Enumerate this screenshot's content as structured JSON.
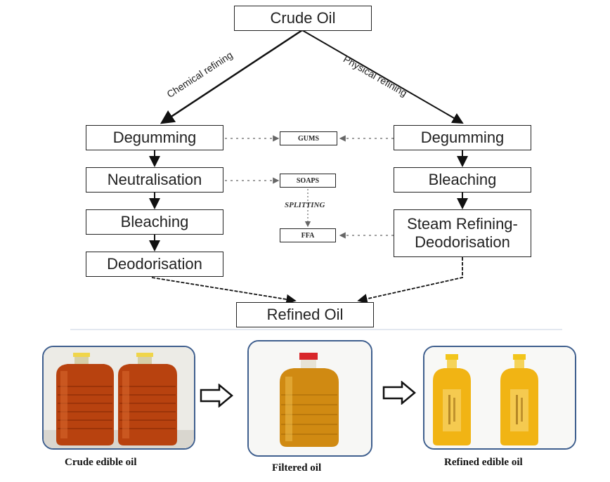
{
  "flowchart": {
    "crude_oil": "Crude Oil",
    "chemical_label": "Chemical refining",
    "physical_label": "Physical refining",
    "chemical_steps": [
      "Degumming",
      "Neutralisation",
      "Bleaching",
      "Deodorisation"
    ],
    "physical_steps": [
      "Degumming",
      "Bleaching",
      "Steam Refining-Deodorisation"
    ],
    "byproducts": {
      "gums": "GUMS",
      "soaps": "SOAPS",
      "splitting": "SPLITTING",
      "ffa": "FFA"
    },
    "refined_oil": "Refined Oil"
  },
  "photos": {
    "crude_caption": "Crude edible oil",
    "filtered_caption": "Filtered oil",
    "refined_caption": "Refined edible oil"
  },
  "colors": {
    "frame_border": "#3f5f8e",
    "crude_oil": "#b8420f",
    "filtered_oil": "#d08a12",
    "refined_oil": "#f1b414"
  }
}
